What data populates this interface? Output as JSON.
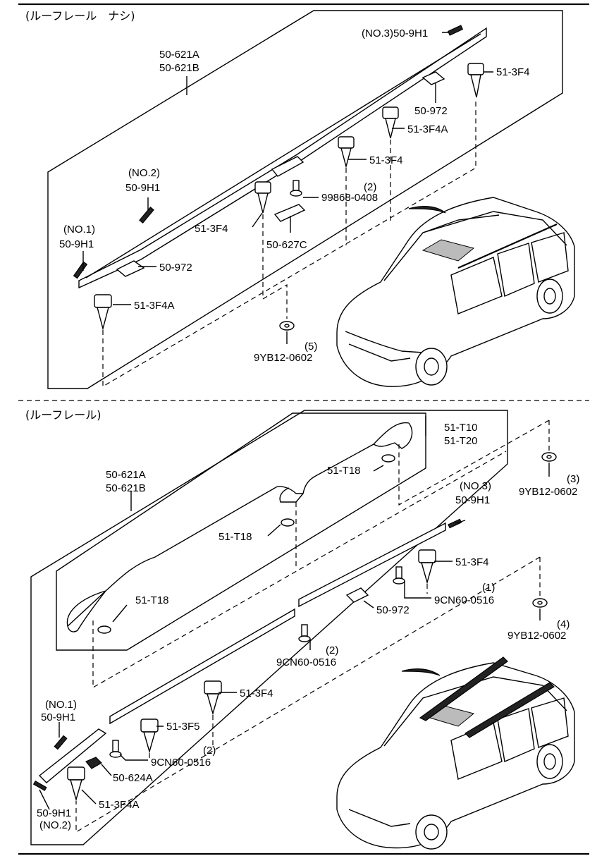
{
  "sections": [
    {
      "title": "(ルーフレール　ナシ)",
      "labels": {
        "rail_a": "50-621A",
        "rail_b": "50-621B",
        "pad_no3": "(NO.3)50-9H1",
        "clip_513f4_a": "51-3F4",
        "tape_972_a": "50-972",
        "clip_513f4a_a": "51-3F4A",
        "clip_513f4_b": "51-3F4",
        "qty_2": "(2)",
        "bolt_99868": "99868-0408",
        "no2": "(NO.2)",
        "pad_no2": "50-9H1",
        "clip_513f4_c": "51-3F4",
        "tape_627c": "50-627C",
        "no1": "(NO.1)",
        "pad_no1": "50-9H1",
        "tape_972_b": "50-972",
        "clip_513f4a_b": "51-3F4A",
        "qty_5": "(5)",
        "nut_9yb12": "9YB12-0602"
      }
    },
    {
      "title": "(ルーフレール)",
      "labels": {
        "cover_t10": "51-T10",
        "cover_t20": "51-T20",
        "rail_a": "50-621A",
        "rail_b": "50-621B",
        "cap_t18_a": "51-T18",
        "qty_3": "(3)",
        "nut_9yb12_a": "9YB12-0602",
        "no3": "(NO.3)",
        "pad_no3": "50-9H1",
        "cap_t18_b": "51-T18",
        "clip_513f4_a": "51-3F4",
        "qty_1": "(1)",
        "cap_t18_c": "51-T18",
        "bolt_9cn60_a": "9CN60-0516",
        "tape_972": "50-972",
        "qty_4": "(4)",
        "nut_9yb12_b": "9YB12-0602",
        "qty_2a": "(2)",
        "bolt_9cn60_b": "9CN60-0516",
        "no1": "(NO.1)",
        "pad_no1": "50-9H1",
        "clip_513f4_b": "51-3F4",
        "clip_513f5": "51-3F5",
        "qty_2b": "(2)",
        "bolt_9cn60_c": "9CN60-0516",
        "tape_624a": "50-624A",
        "clip_513f4a": "51-3F4A",
        "pad_no2": "50-9H1",
        "no2": "(NO.2)"
      }
    }
  ]
}
